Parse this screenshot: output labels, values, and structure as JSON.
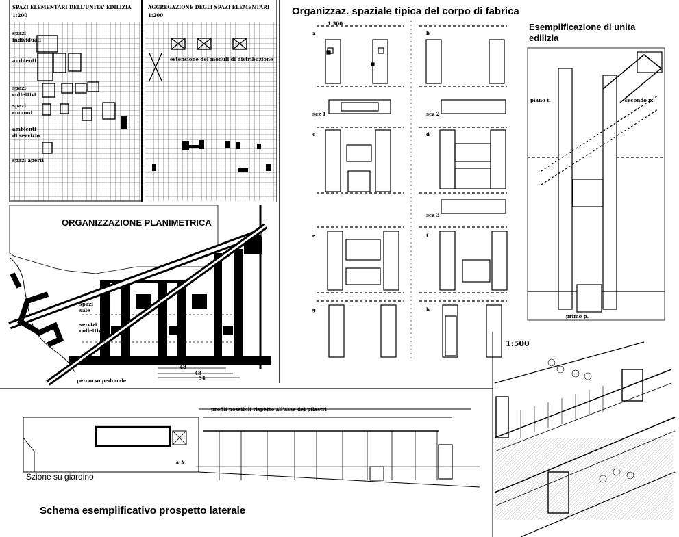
{
  "titles": {
    "organizzazione_spaziale": "Organizzaz. spaziale tipica del corpo di fabrica",
    "esemplificazione_line1": "Esemplificazione di  unita",
    "esemplificazione_line2": "edilizia",
    "organizzazione_planimetrica": "ORGANIZZAZIONE PLANIMETRICA",
    "sezione_giardino": "Szione su giardino",
    "schema_prospetto": "Schema  esemplificativo  prospetto laterale"
  },
  "grid_panels": {
    "left_header": "SPAZI ELEMENTARI DELL'UNITA' EDILIZIA",
    "left_scale": "1:200",
    "right_header": "AGGREGAZIONE DEGLI SPAZI ELEMENTARI",
    "right_scale": "1:200",
    "left_row_labels": [
      "spazi",
      "individuali",
      "ambienti",
      "spazi",
      "collettivi",
      "spazi",
      "comuni",
      "ambienti",
      "di servizio",
      "spazi aperti"
    ],
    "right_caption": "estensione dei moduli di distribuzione"
  },
  "plan_labels": {
    "note_1": "spazi",
    "note_2": "sale",
    "note_3": "servizi",
    "note_4": "collettivi",
    "percorso": "percorso pedonale",
    "dim_1": "48",
    "dim_2": "48",
    "dim_3": "54"
  },
  "unit_plan_labels": {
    "scale": "1:300",
    "variants": [
      "a",
      "b",
      "c",
      "d",
      "e",
      "f",
      "g",
      "h"
    ],
    "sections": [
      "sez 1",
      "sez 2",
      "sez 3"
    ]
  },
  "tall_plan_labels": {
    "piano_1": "piano t.",
    "secondo": "secondo p.",
    "primo": "primo p."
  },
  "axonometric": {
    "scale": "1:500"
  },
  "elevation": {
    "top_note": "profili possibili rispetto all'asse dei pilastri",
    "annotation": "A.A."
  }
}
